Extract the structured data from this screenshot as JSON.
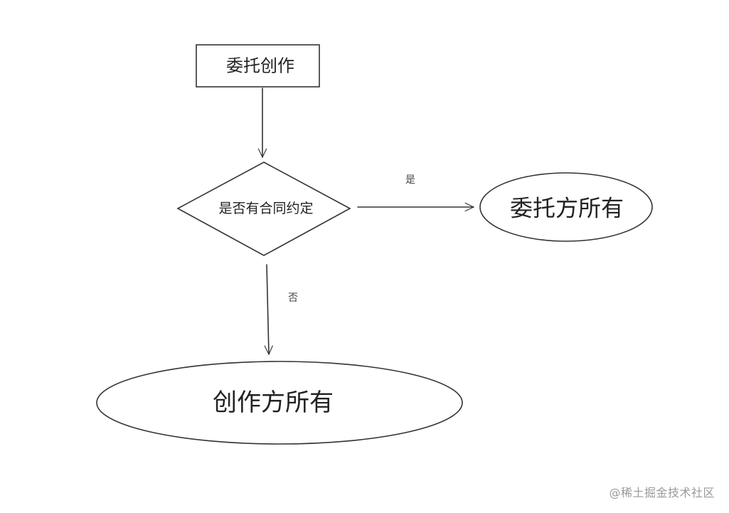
{
  "nodes": {
    "start": {
      "label": "委托创作"
    },
    "decision": {
      "label": "是否有合同约定"
    },
    "commissioner": {
      "label": "委托方所有"
    },
    "creator": {
      "label": "创作方所有"
    }
  },
  "edges": {
    "yes_label": "是",
    "no_label": "否"
  },
  "watermark": "@稀土掘金技术社区",
  "colors": {
    "stroke": "#333333",
    "background": "#ffffff",
    "watermark": "#9a9a9a"
  }
}
